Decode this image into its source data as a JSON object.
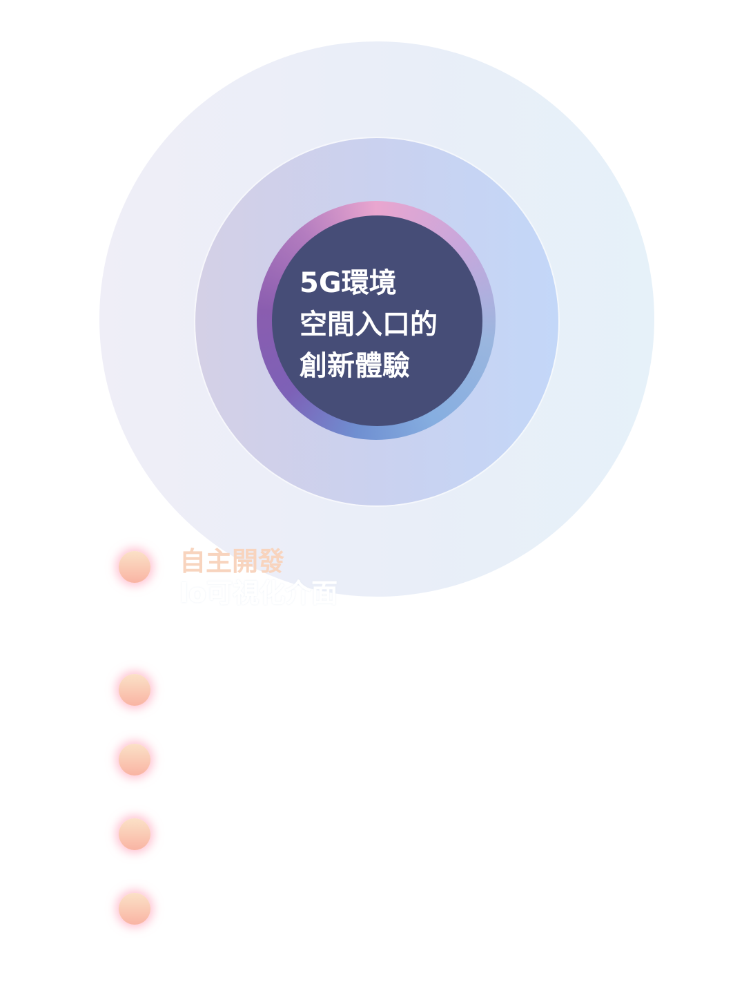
{
  "center": {
    "lines": [
      "5G環境",
      "空間入口的",
      "創新體驗"
    ]
  },
  "list": [
    {
      "title": "自主開發",
      "subtitle": "lo可視化介面"
    },
    {
      "title": "",
      "subtitle": ""
    },
    {
      "title": "",
      "subtitle": ""
    },
    {
      "title": "",
      "subtitle": ""
    },
    {
      "title": "",
      "subtitle": ""
    }
  ],
  "colors": {
    "core": "#464d77",
    "title_accent": "#f8d4be",
    "dot_top": "#fbe1c7",
    "dot_bottom": "#f9b4a3"
  }
}
